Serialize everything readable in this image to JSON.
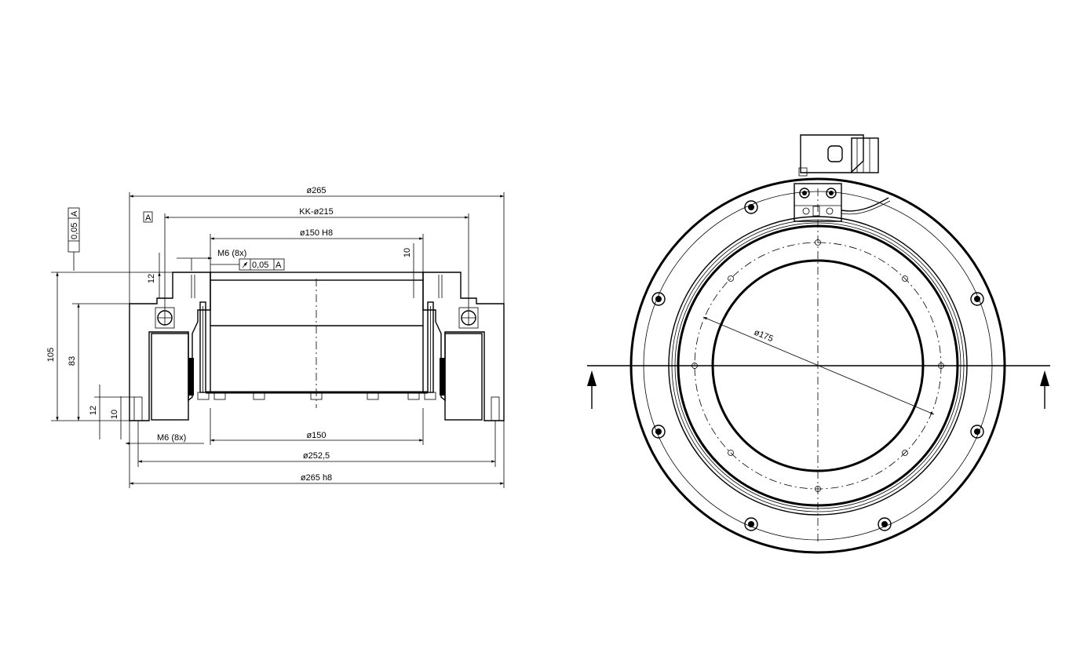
{
  "section_view": {
    "dimensions": {
      "od_top": "ø265",
      "kk": "KK-ø215",
      "bore": "ø150 H8",
      "thread_top": "M6 (8x)",
      "runout_inner_value": "0,05",
      "runout_inner_ref": "A",
      "runout_outer_value": "0,05",
      "runout_outer_ref": "A",
      "datum": "A",
      "height_total": "105",
      "height_83": "83",
      "dim_12_top": "12",
      "dim_12_bottom": "12",
      "dim_10_bottom": "10",
      "dim_10_right": "10",
      "thread_bottom": "M6 (8x)",
      "bottom_150": "ø150",
      "dia_252": "ø252,5",
      "od_bottom": "ø265 h8"
    }
  },
  "front_view": {
    "dimensions": {
      "inner_dia": "ø175"
    }
  }
}
